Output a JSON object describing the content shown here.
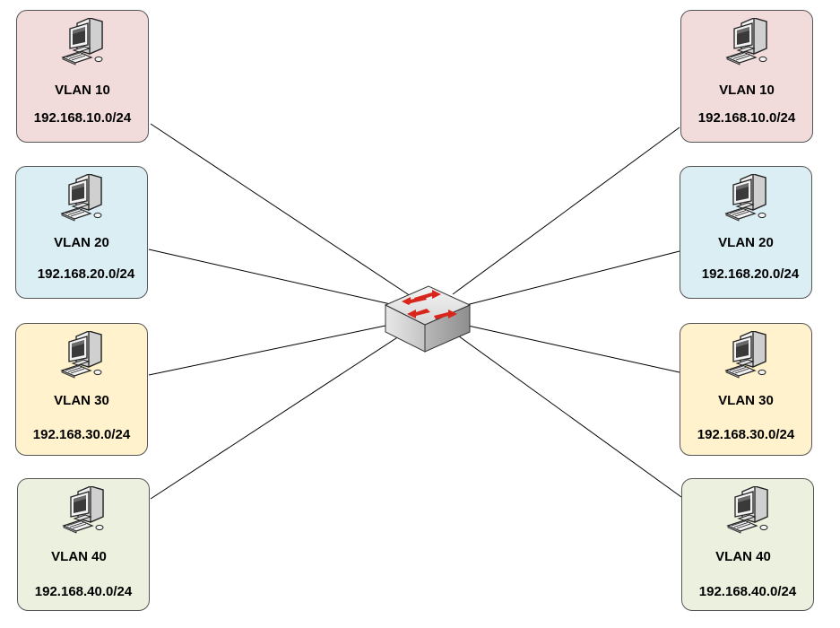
{
  "colors": {
    "vlan10": "#f2dcdb",
    "vlan20": "#dbeef4",
    "vlan30": "#fff2cc",
    "vlan40": "#ebf1de",
    "link": "#000000",
    "switch_arrows": "#d9261c"
  },
  "switch": {
    "icon": "network-switch-icon"
  },
  "left": [
    {
      "vlan": "VLAN 10",
      "subnet": "192.168.10.0/24",
      "icon": "computer-icon"
    },
    {
      "vlan": "VLAN 20",
      "subnet": "192.168.20.0/24",
      "icon": "computer-icon"
    },
    {
      "vlan": "VLAN 30",
      "subnet": "192.168.30.0/24",
      "icon": "computer-icon"
    },
    {
      "vlan": "VLAN 40",
      "subnet": "192.168.40.0/24",
      "icon": "computer-icon"
    }
  ],
  "right": [
    {
      "vlan": "VLAN 10",
      "subnet": "192.168.10.0/24",
      "icon": "computer-icon"
    },
    {
      "vlan": "VLAN 20",
      "subnet": "192.168.20.0/24",
      "icon": "computer-icon"
    },
    {
      "vlan": "VLAN 30",
      "subnet": "192.168.30.0/24",
      "icon": "computer-icon"
    },
    {
      "vlan": "VLAN 40",
      "subnet": "192.168.40.0/24",
      "icon": "computer-icon"
    }
  ]
}
